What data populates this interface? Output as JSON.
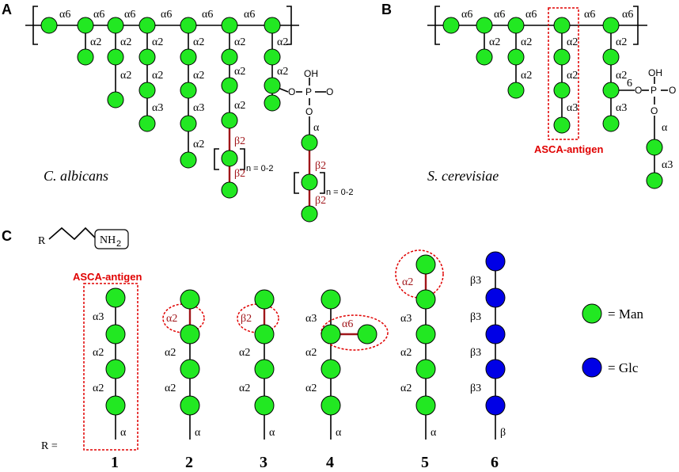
{
  "panels": {
    "A": "A",
    "B": "B",
    "C": "C"
  },
  "species": {
    "albicans": "C. albicans",
    "cerevisiae": "S. cerevisiae"
  },
  "asca_label": "ASCA-antigen",
  "links": {
    "a6": "α6",
    "a2": "α2",
    "a3": "α3",
    "b2": "β2",
    "b3": "β3",
    "alpha": "α",
    "beta": "β"
  },
  "repeat": "n = 0-2",
  "phosphate": {
    "oh": "OH",
    "p": "P",
    "o": "O"
  },
  "linker": {
    "r": "R",
    "nh2": "NH",
    "sub2": "2",
    "r_eq": "R ="
  },
  "compound_numbers": [
    "1",
    "2",
    "3",
    "4",
    "5",
    "6"
  ],
  "legend": {
    "man": "= Man",
    "glc": "= Glc"
  },
  "six": "6"
}
